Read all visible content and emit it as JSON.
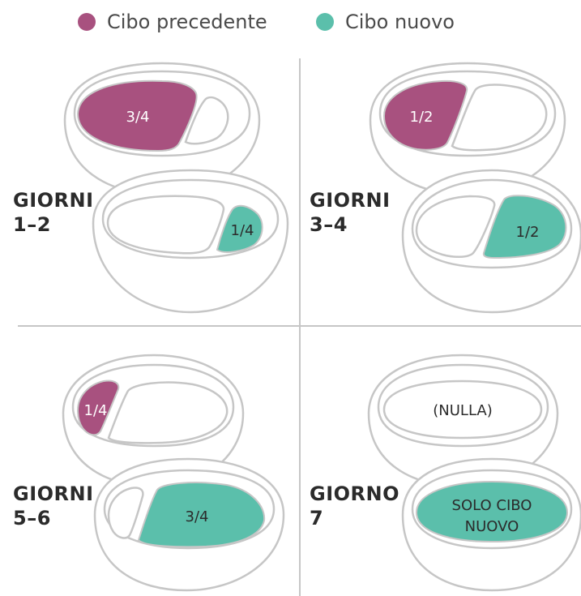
{
  "legend": {
    "old_food": "Cibo precedente",
    "new_food": "Cibo nuovo"
  },
  "colors": {
    "old_food": "#a8517f",
    "new_food": "#5bbfab",
    "outline": "#c6c6c6",
    "text": "#2b2b2b"
  },
  "panels": [
    {
      "day_line1": "GIORNI",
      "day_line2": "1–2",
      "old_portion": "3/4",
      "new_portion": "1/4"
    },
    {
      "day_line1": "GIORNI",
      "day_line2": "3–4",
      "old_portion": "1/2",
      "new_portion": "1/2"
    },
    {
      "day_line1": "GIORNI",
      "day_line2": "5–6",
      "old_portion": "1/4",
      "new_portion": "3/4"
    },
    {
      "day_line1": "GIORNO",
      "day_line2": "7",
      "old_portion": "(NULLA)",
      "new_portion_line1": "SOLO CIBO",
      "new_portion_line2": "NUOVO"
    }
  ]
}
